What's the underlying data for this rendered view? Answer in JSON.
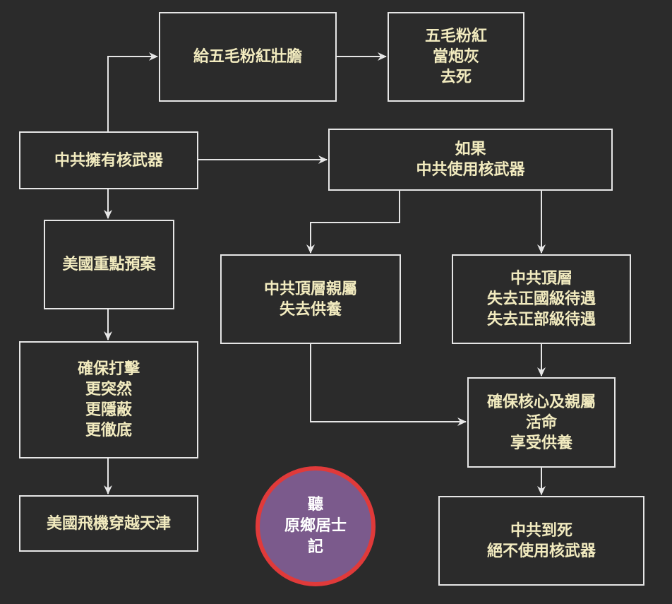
{
  "nodes": {
    "zhonggong_has_nukes": "中共擁有核武器",
    "give_wumao_courage": "給五毛粉紅壯膽",
    "wumao_cannon_fodder": "五毛粉紅\n當炮灰\n去死",
    "if_use_nukes": "如果\n中共使用核武器",
    "us_key_plan": "美國重點預案",
    "ensure_strike": "確保打擊\n更突然\n更隱蔽\n更徹底",
    "us_planes_tianjin": "美國飛機穿越天津",
    "top_relatives_lose": "中共頂層親屬\n失去供養",
    "top_lose_treatment": "中共頂層\n失去正國級待遇\n失去正部級待遇",
    "ensure_core_survive": "確保核心及親屬\n活命\n享受供養",
    "never_use_nukes": "中共到死\n絕不使用核武器"
  },
  "badge": {
    "text": "聽\n原鄉居士\n記"
  },
  "colors": {
    "background": "#2b2b2b",
    "node_border": "#e6e6e6",
    "node_text": "#f2ebbf",
    "badge_fill": "#7b5a8c",
    "badge_border": "#e03a3a"
  }
}
